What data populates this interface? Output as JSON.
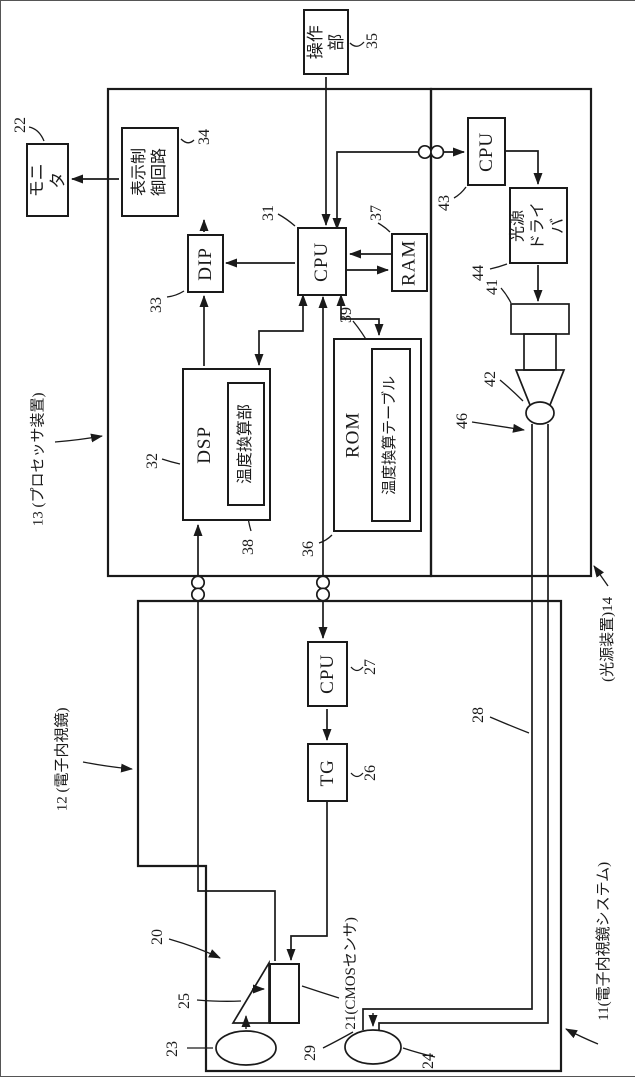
{
  "colors": {
    "ink": "#1a1a1a",
    "paper": "#ffffff"
  },
  "blocks": {
    "operation": {
      "label": "操作部",
      "ref": "35"
    },
    "monitor": {
      "label": "モニタ",
      "ref": "22"
    },
    "display_control": {
      "label": "表示制\n御回路",
      "ref": "34"
    },
    "dip": {
      "label": "DIP",
      "ref": "33"
    },
    "cpu_main": {
      "label": "CPU",
      "ref": "31"
    },
    "ram": {
      "label": "RAM",
      "ref": "37"
    },
    "dsp": {
      "label": "DSP",
      "ref": "32"
    },
    "temp_conversion": {
      "label": "温度換算部",
      "ref": "38"
    },
    "rom": {
      "label": "ROM",
      "ref": "36"
    },
    "temp_table": {
      "label": "温度換算テーブル",
      "ref": "39"
    },
    "cpu_light": {
      "label": "CPU",
      "ref": "43"
    },
    "light_driver": {
      "label": "光源\nドライバ",
      "ref": "44"
    },
    "cpu_scope": {
      "label": "CPU",
      "ref": "27"
    },
    "tg": {
      "label": "TG",
      "ref": "26"
    }
  },
  "parts": {
    "lamp": {
      "ref": "41"
    },
    "condenser": {
      "ref": "42"
    },
    "light_guide_entry": {
      "ref": "46"
    },
    "cable": {
      "ref": "28"
    },
    "imaging_unit": {
      "ref": "20"
    },
    "prism": {
      "ref": "25"
    },
    "objective_lens": {
      "ref": "23"
    },
    "light_guide_end": {
      "ref": "29"
    },
    "illumination_lens": {
      "ref": "24"
    },
    "cmos_sensor": {
      "label": "21(CMOSセンサ)"
    }
  },
  "regions": {
    "system": {
      "label": "11(電子内視鏡システム)"
    },
    "endoscope": {
      "label": "12 (電子内視鏡)"
    },
    "processor": {
      "label": "13 (プロセッサ装置)"
    },
    "light_source": {
      "label": "(光源装置)14"
    }
  }
}
